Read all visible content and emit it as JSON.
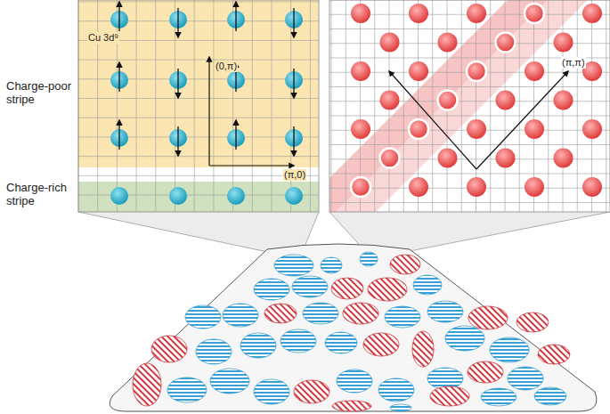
{
  "diagram": {
    "labels": [
      "Charge-poor stripe",
      "Charge-rich stripe",
      "Cu 3d⁹",
      "(0,π)",
      "(π,0)",
      "(π,π)"
    ]
  }
}
